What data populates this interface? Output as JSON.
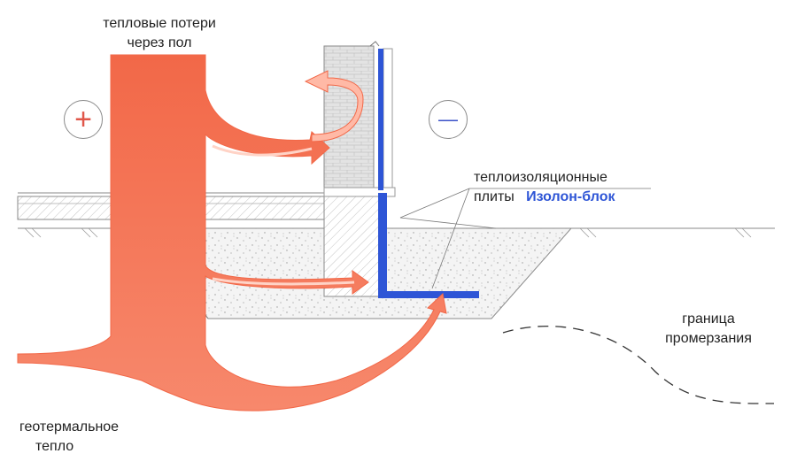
{
  "labels": {
    "heat_loss_floor": [
      "тепловые потери",
      "через пол"
    ],
    "insulation_slabs": [
      "теплоизоляционные",
      "плиты"
    ],
    "product_name": "Изолон-блок",
    "freezing_boundary": [
      "граница",
      "промерзания"
    ],
    "geothermal_heat": [
      "геотермальное",
      "тепло"
    ]
  },
  "markers": {
    "plus_symbol": "+",
    "minus_symbol": "—"
  },
  "colors": {
    "heat_arrow": "#f26848",
    "heat_arrow_light": "#ffb9a6",
    "insulation_blue": "#2e55d6",
    "plus_color": "#e0574a",
    "minus_color": "#3a50c8",
    "line_gray": "#8a8a8a"
  },
  "icons": {
    "plus": "plus-circle-icon",
    "minus": "minus-circle-icon"
  }
}
